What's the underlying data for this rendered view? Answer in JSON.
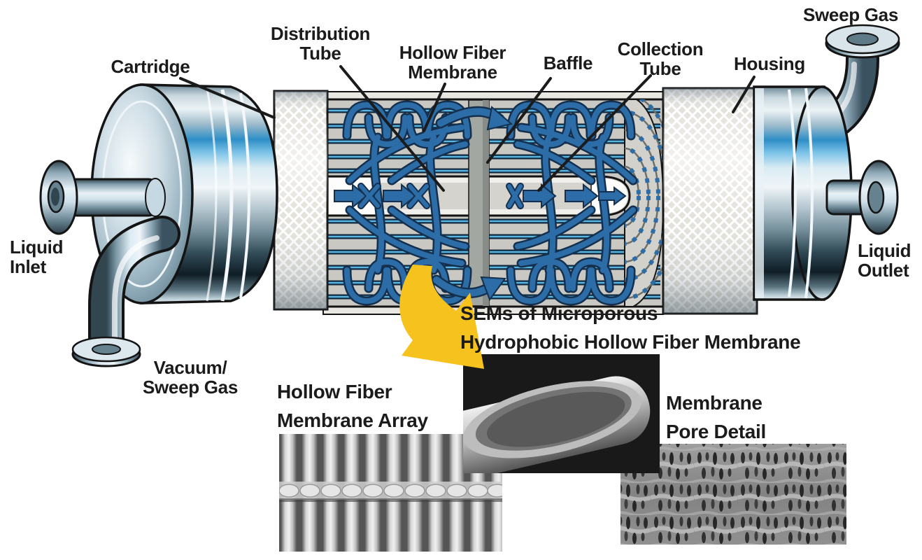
{
  "figure": {
    "subject": "Hollow fiber membrane contactor cutaway diagram with SEM insets"
  },
  "labels": {
    "cartridge": [
      "Cartridge"
    ],
    "distribution_tube": [
      "Distribution",
      "Tube"
    ],
    "hollow_fiber_membrane": [
      "Hollow Fiber",
      "Membrane"
    ],
    "baffle": [
      "Baffle"
    ],
    "collection_tube": [
      "Collection",
      "Tube"
    ],
    "housing": [
      "Housing"
    ],
    "sweep_gas": [
      "Sweep Gas"
    ],
    "liquid_inlet": [
      "Liquid",
      "Inlet"
    ],
    "liquid_outlet": [
      "Liquid",
      "Outlet"
    ],
    "vacuum_sweep_gas": [
      "Vacuum/",
      "Sweep Gas"
    ],
    "sem_title": [
      "SEMs of Microporous",
      "Hydrophobic Hollow Fiber Membrane"
    ],
    "hollow_fiber_array": [
      "Hollow Fiber",
      "Membrane Array"
    ],
    "membrane_pore": [
      "Membrane",
      "Pore Detail"
    ]
  },
  "colors": {
    "arrow_yellow": "#f5c21e",
    "fiber_blue": "#2c6da8",
    "fiber_core_cyan": "#57b7e4",
    "steel_blue_band": "#2e8ec6",
    "interior_gray": "#c9c8c2",
    "label_ink": "#1b1b1b"
  }
}
